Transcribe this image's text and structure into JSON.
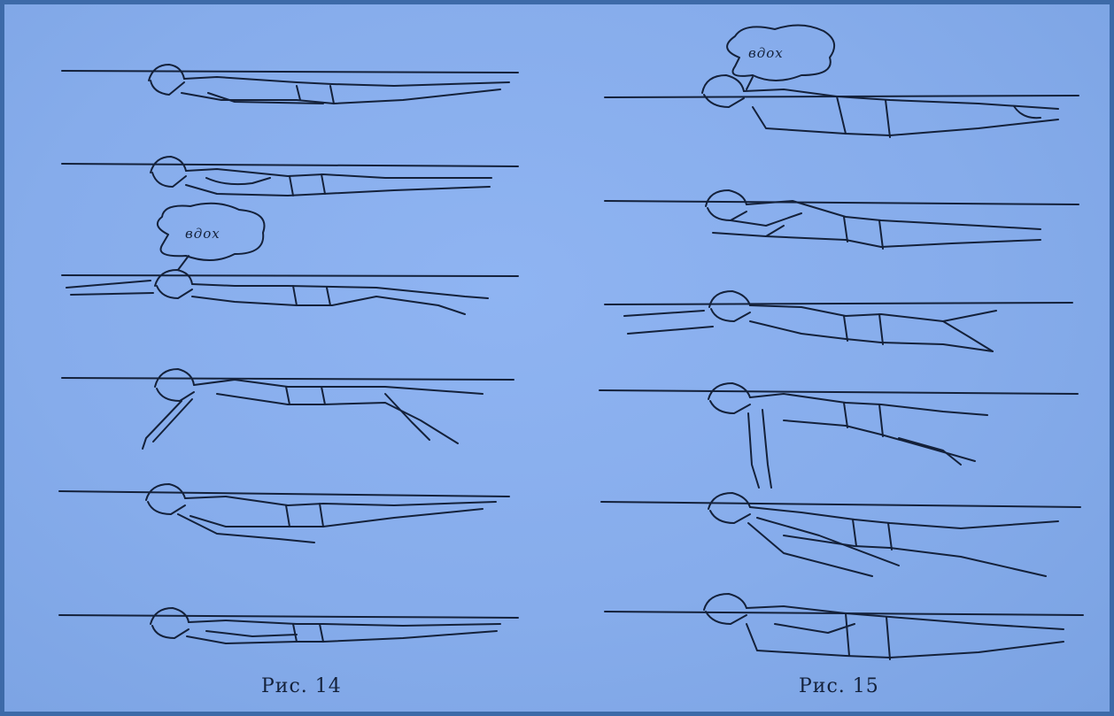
{
  "figures": [
    {
      "caption": "Рис. 14",
      "swimmers": [
        {
          "pose": "glide-arms-at-sides"
        },
        {
          "pose": "glide-arms-bent"
        },
        {
          "pose": "arms-extended-inhale",
          "bubble": "вдох"
        },
        {
          "pose": "one-arm-stroke-legs-bent"
        },
        {
          "pose": "arm-pushing-back"
        },
        {
          "pose": "glide-arms-at-sides"
        }
      ]
    },
    {
      "caption": "Рис. 15",
      "swimmers": [
        {
          "pose": "glide-inhale",
          "bubble": "вдох"
        },
        {
          "pose": "arms-folded-under-chest"
        },
        {
          "pose": "arms-extended-legs-bent"
        },
        {
          "pose": "arms-down-stroke-legs-bent"
        },
        {
          "pose": "arms-pushing-back-legs-kick"
        },
        {
          "pose": "glide-arms-at-sides"
        }
      ]
    }
  ],
  "colors": {
    "paper": "#86aceb",
    "ink": "#14213a",
    "frame": "#3d6aa8"
  }
}
